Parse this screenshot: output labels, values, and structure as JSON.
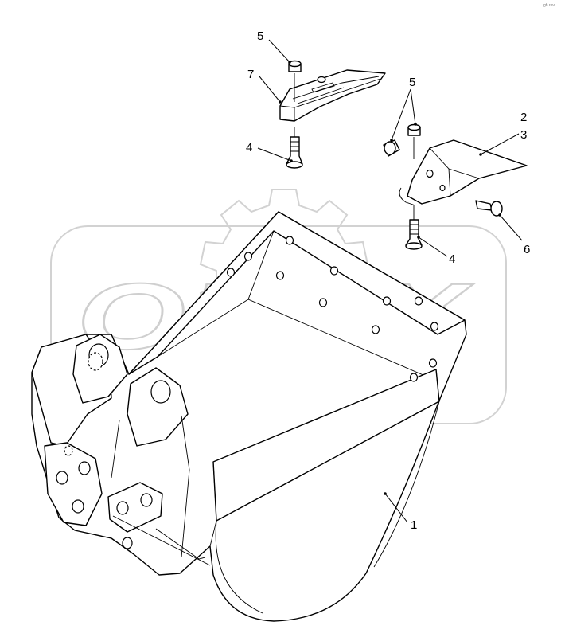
{
  "watermark": {
    "text": "OPEX"
  },
  "corner_note": "gh rev",
  "callouts": [
    {
      "id": "c5a",
      "text": "5"
    },
    {
      "id": "c7",
      "text": "7"
    },
    {
      "id": "c4a",
      "text": "4"
    },
    {
      "id": "c5b",
      "text": "5"
    },
    {
      "id": "c2",
      "text": "2"
    },
    {
      "id": "c3",
      "text": "3"
    },
    {
      "id": "c6",
      "text": "6"
    },
    {
      "id": "c4b",
      "text": "4"
    },
    {
      "id": "c1",
      "text": "1"
    }
  ]
}
